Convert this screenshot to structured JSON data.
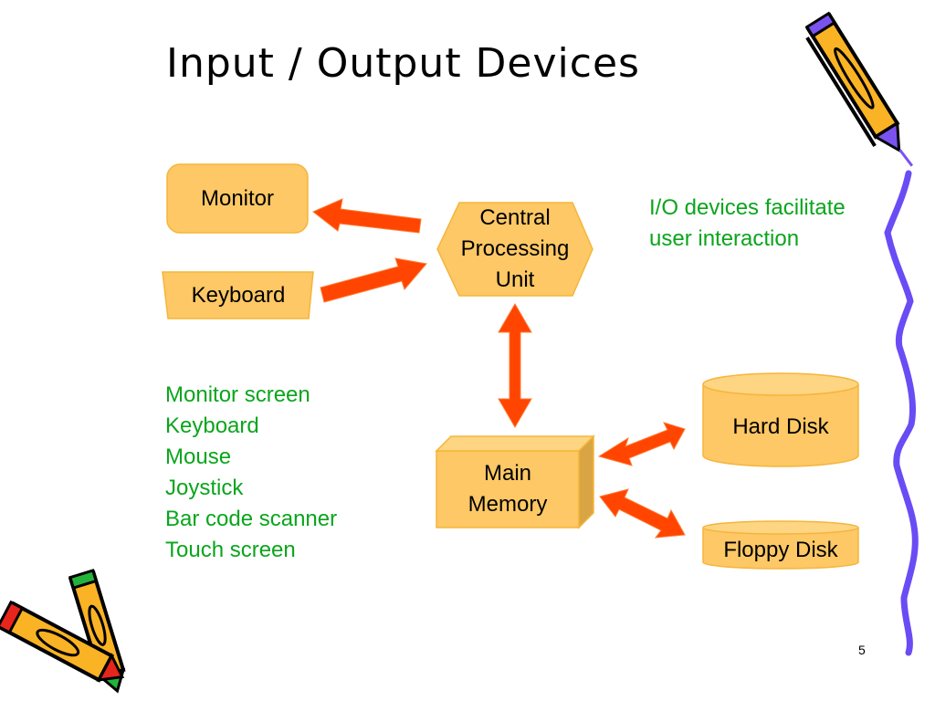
{
  "slide": {
    "title": "Input / Output Devices",
    "page_number": "5"
  },
  "nodes": {
    "monitor": "Monitor",
    "keyboard": "Keyboard",
    "cpu": [
      "Central",
      "Processing",
      "Unit"
    ],
    "main_memory": [
      "Main",
      "Memory"
    ],
    "hard_disk": "Hard Disk",
    "floppy_disk": "Floppy Disk"
  },
  "edges": [
    {
      "from": "cpu",
      "to": "monitor",
      "direction": "to"
    },
    {
      "from": "keyboard",
      "to": "cpu",
      "direction": "to"
    },
    {
      "from": "cpu",
      "to": "main_memory",
      "direction": "both"
    },
    {
      "from": "main_memory",
      "to": "hard_disk",
      "direction": "both"
    },
    {
      "from": "main_memory",
      "to": "floppy_disk",
      "direction": "both"
    }
  ],
  "callout": [
    "I/O devices facilitate",
    "user interaction"
  ],
  "device_list": [
    "Monitor screen",
    "Keyboard",
    "Mouse",
    "Joystick",
    "Bar code scanner",
    "Touch screen"
  ],
  "colors": {
    "node_fill": "#fdc865",
    "node_stroke": "#f5b53a",
    "arrow": "#ff4500",
    "green_text": "#0aa51c",
    "squiggle": "#6a4cf5"
  }
}
